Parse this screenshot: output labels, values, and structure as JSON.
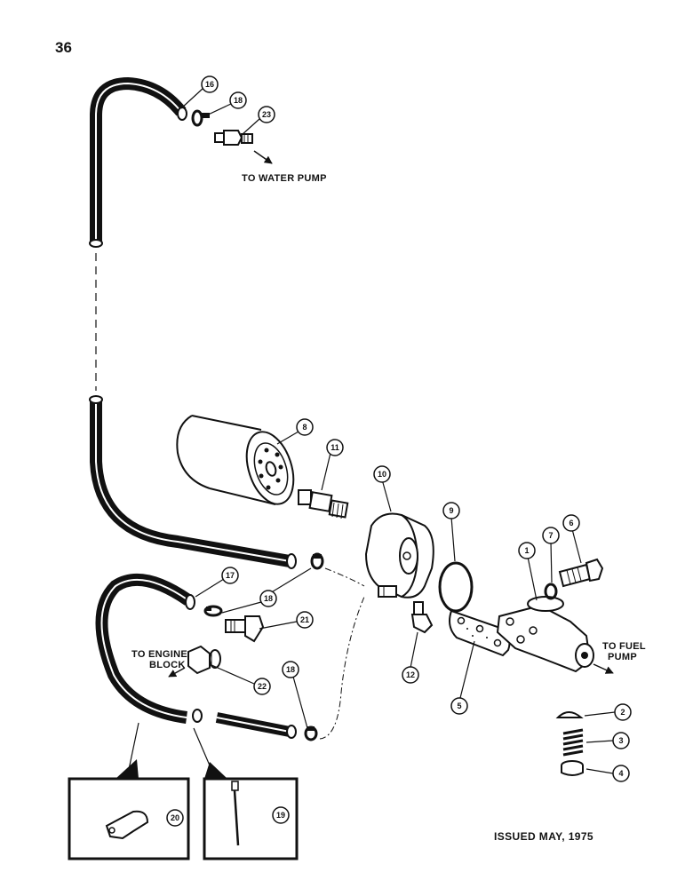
{
  "page_number": "36",
  "issued": "ISSUED MAY, 1975",
  "notes": {
    "water_pump": "TO WATER PUMP",
    "engine_block_line1": "TO ENGINE",
    "engine_block_line2": "BLOCK",
    "fuel_pump_line1": "TO FUEL",
    "fuel_pump_line2": "PUMP"
  },
  "callouts": {
    "c1": "1",
    "c2": "2",
    "c3": "3",
    "c4": "4",
    "c5": "5",
    "c6": "6",
    "c7": "7",
    "c8": "8",
    "c9": "9",
    "c10": "10",
    "c11": "11",
    "c12": "12",
    "c16": "16",
    "c17": "17",
    "c18a": "18",
    "c18b": "18",
    "c18c": "18",
    "c19": "19",
    "c20": "20",
    "c21": "21",
    "c22": "22",
    "c23": "23"
  }
}
